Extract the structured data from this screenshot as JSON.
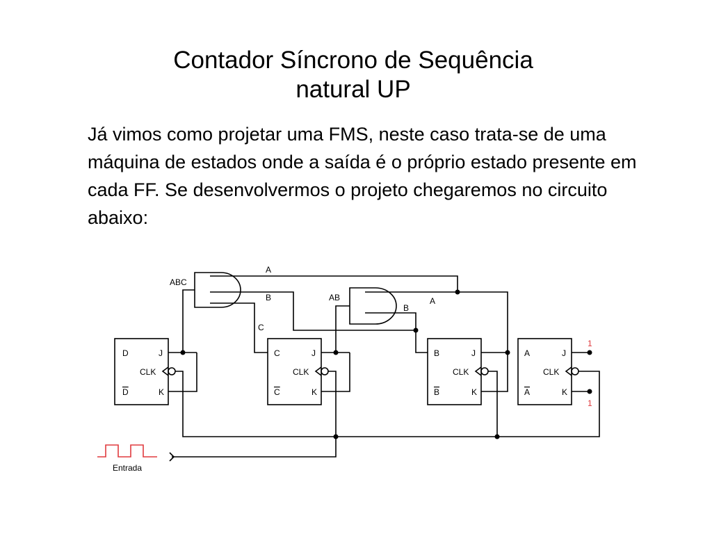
{
  "slide": {
    "title_line1": "Contador Síncrono de Sequência",
    "title_line2": "natural UP",
    "body": "Já vimos como projetar uma FMS, neste caso trata-se de uma máquina de estados onde a saída é o próprio estado presente em cada FF. Se desenvolvermos o projeto chegaremos no circuito abaixo:"
  },
  "circuit": {
    "gate_labels": {
      "abc": "ABC",
      "ab": "AB"
    },
    "wire_labels": {
      "a_top": "A",
      "b_upper": "B",
      "c_mid": "C",
      "a_mid": "A",
      "b_mid": "B"
    },
    "ff_d": {
      "q": "D",
      "qbar": "D",
      "j": "J",
      "k": "K",
      "clk": "CLK"
    },
    "ff_c": {
      "q": "C",
      "qbar": "C",
      "j": "J",
      "k": "K",
      "clk": "CLK"
    },
    "ff_b": {
      "q": "B",
      "qbar": "B",
      "j": "J",
      "k": "K",
      "clk": "CLK"
    },
    "ff_a": {
      "q": "A",
      "qbar": "A",
      "j": "J",
      "k": "K",
      "clk": "CLK"
    },
    "const_j": "1",
    "const_k": "1",
    "input_label": "Entrada",
    "colors": {
      "wire": "#000000",
      "const": "#e03a3e",
      "clock": "#e03a3e"
    }
  }
}
